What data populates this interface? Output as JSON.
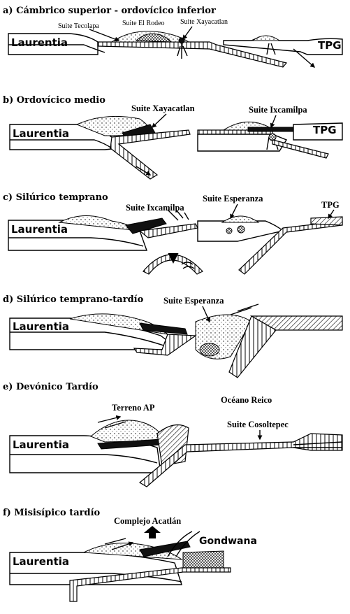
{
  "panels": [
    {
      "title": "a) Cámbrico superior - ordovícico inferior",
      "labels": {
        "laurentia": "Laurentia",
        "tpg": "TPG",
        "suite_1": "Suite Tecolapa",
        "suite_2": "Suite El Rodeo",
        "suite_3": "Suite Xayacatlan"
      }
    },
    {
      "title": "b) Ordovícico medio",
      "labels": {
        "laurentia": "Laurentia",
        "tpg": "TPG",
        "suite_1": "Suite Xayacatlan",
        "suite_2": "Suite Ixcamilpa"
      }
    },
    {
      "title": "c) Silúrico temprano",
      "labels": {
        "laurentia": "Laurentia",
        "tpg": "TPG",
        "suite_1": "Suite Ixcamilpa",
        "suite_2": "Suite Esperanza"
      }
    },
    {
      "title": "d) Silúrico temprano-tardío",
      "labels": {
        "laurentia": "Laurentia",
        "suite_1": "Suite Esperanza"
      }
    },
    {
      "title": "e) Devónico Tardío",
      "labels": {
        "laurentia": "Laurentia",
        "terrane": "Terreno AP",
        "ocean": "Océano Reico",
        "suite_1": "Suite Cosoltepec"
      }
    },
    {
      "title": "f) Misisípico tardío",
      "labels": {
        "laurentia": "Laurentia",
        "complex": "Complejo Acatlán",
        "gondwana": "Gondwana"
      }
    }
  ]
}
